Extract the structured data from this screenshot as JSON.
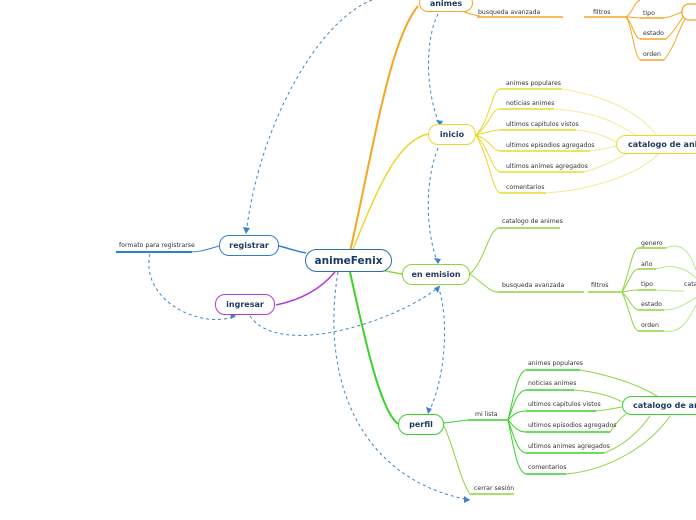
{
  "central": "animeFenix",
  "branches": {
    "animes": {
      "label": "animes",
      "color": "#f5a623",
      "busqueda": "busqueda avanzada",
      "filtros": "filtros",
      "tipo": "tipo",
      "estado": "estado",
      "orden": "orden"
    },
    "inicio": {
      "label": "inicio",
      "color": "#e9d82a",
      "items": [
        "animes populares",
        "noticias animes",
        "ultimos capitulos vistos",
        "ultimos episodios agregados",
        "ultimos animes agregados",
        "comentarios"
      ],
      "catalog": "catalogo de anim"
    },
    "emision": {
      "label": "en emision",
      "color": "#8fd43e",
      "catalogo": "catalogo de animes",
      "busqueda": "busqueda avanzada",
      "filtros": "filtros",
      "filters": [
        "genero",
        "año",
        "tipo",
        "estado",
        "orden"
      ],
      "cata": "cata"
    },
    "perfil": {
      "label": "perfil",
      "color": "#39d22a",
      "milista": "mi lista",
      "items": [
        "animes populares",
        "noticias animes",
        "ultimos capitulos vistos",
        "ultimos episodios agregados",
        "ultimos animes agregados",
        "comentarios"
      ],
      "catalog": "catalogo de ani",
      "cerrar": "cerrar sesión"
    },
    "registrar": {
      "label": "registrar",
      "color": "#2f7fd6",
      "formato": "formato para registrarse"
    },
    "ingresar": {
      "label": "ingresar",
      "color": "#b23bd6"
    }
  }
}
